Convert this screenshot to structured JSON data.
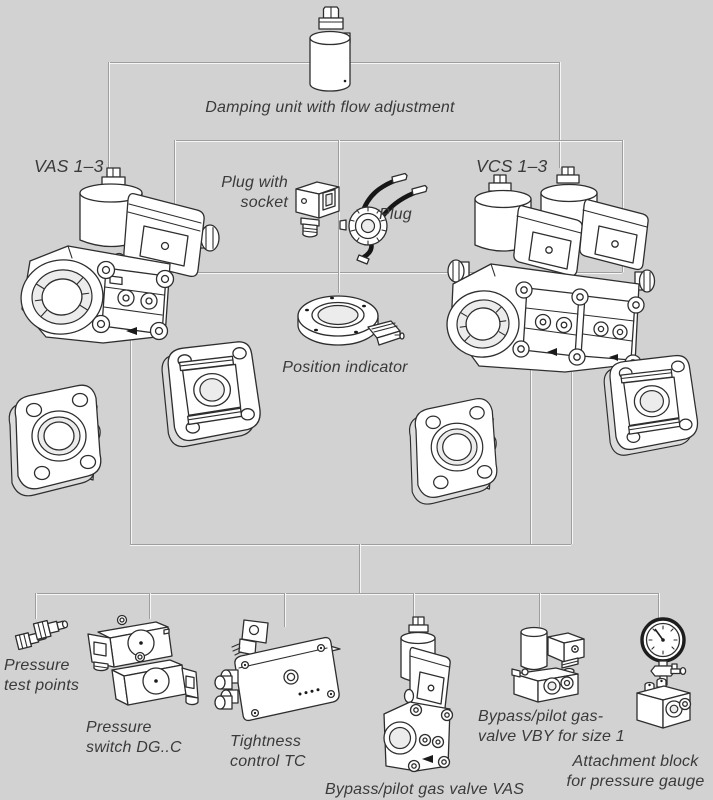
{
  "colors": {
    "background": "#d2d2d2",
    "connector_line": "#9e9e9e",
    "drawing_ink": "#2e2e2e",
    "text": "#3a3a3a"
  },
  "labels": {
    "damping_unit": "Damping unit with flow adjustment",
    "vas": "VAS 1–3",
    "vcs": "VCS 1–3",
    "plug_with_socket_l1": "Plug with",
    "plug_with_socket_l2": "socket",
    "plug": "Plug",
    "position_indicator": "Position indicator",
    "pressure_test_points_l1": "Pressure",
    "pressure_test_points_l2": "test points",
    "pressure_switch_l1": "Pressure",
    "pressure_switch_l2": "switch DG..C",
    "tightness_control_l1": "Tightness",
    "tightness_control_l2": "control TC",
    "bypass_pilot_vas": "Bypass/pilot gas valve VAS",
    "bypass_pilot_vby_l1": "Bypass/pilot gas-",
    "bypass_pilot_vby_l2": "valve VBY for size 1",
    "attachment_block_l1": "Attachment block",
    "attachment_block_l2": "for pressure gauge"
  }
}
